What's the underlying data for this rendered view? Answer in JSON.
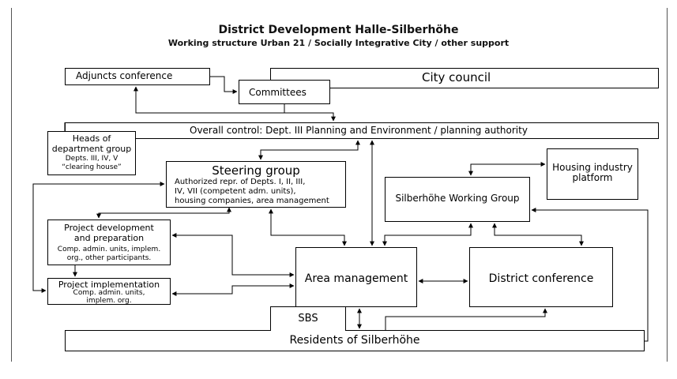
{
  "title": "District Development Halle-Silberhöhe",
  "subtitle": "Working structure Urban 21 / Socially Integrative City / other support",
  "nodes": {
    "adjuncts": "Adjuncts conference",
    "committees": "Committees",
    "city_council": "City council",
    "overall_control": "Overall control: Dept. III Planning and Environment / planning authority",
    "heads": {
      "line1": "Heads of",
      "line2": "department group",
      "line3": "Depts. III, IV, V",
      "line4": "“clearing house”"
    },
    "steering": {
      "title": "Steering group",
      "line1": "Authorized repr. of Depts. I, II, III,",
      "line2": "IV, VII (competent adm. units),",
      "line3": "housing companies, area management"
    },
    "housing_platform": {
      "line1": "Housing industry",
      "line2": "platform"
    },
    "working_group": "Silberhöhe Working Group",
    "project_dev": {
      "line1": "Project development",
      "line2": "and preparation",
      "line3": "Comp. admin. units, implem.",
      "line4": "org., other participants."
    },
    "project_impl": {
      "line1": "Project implementation",
      "line2": "Comp. admin. units,",
      "line3": "implem. org."
    },
    "area_management": "Area management",
    "district_conference": "District conference",
    "sbs": "SBS",
    "residents": "Residents of Silberhöhe"
  }
}
